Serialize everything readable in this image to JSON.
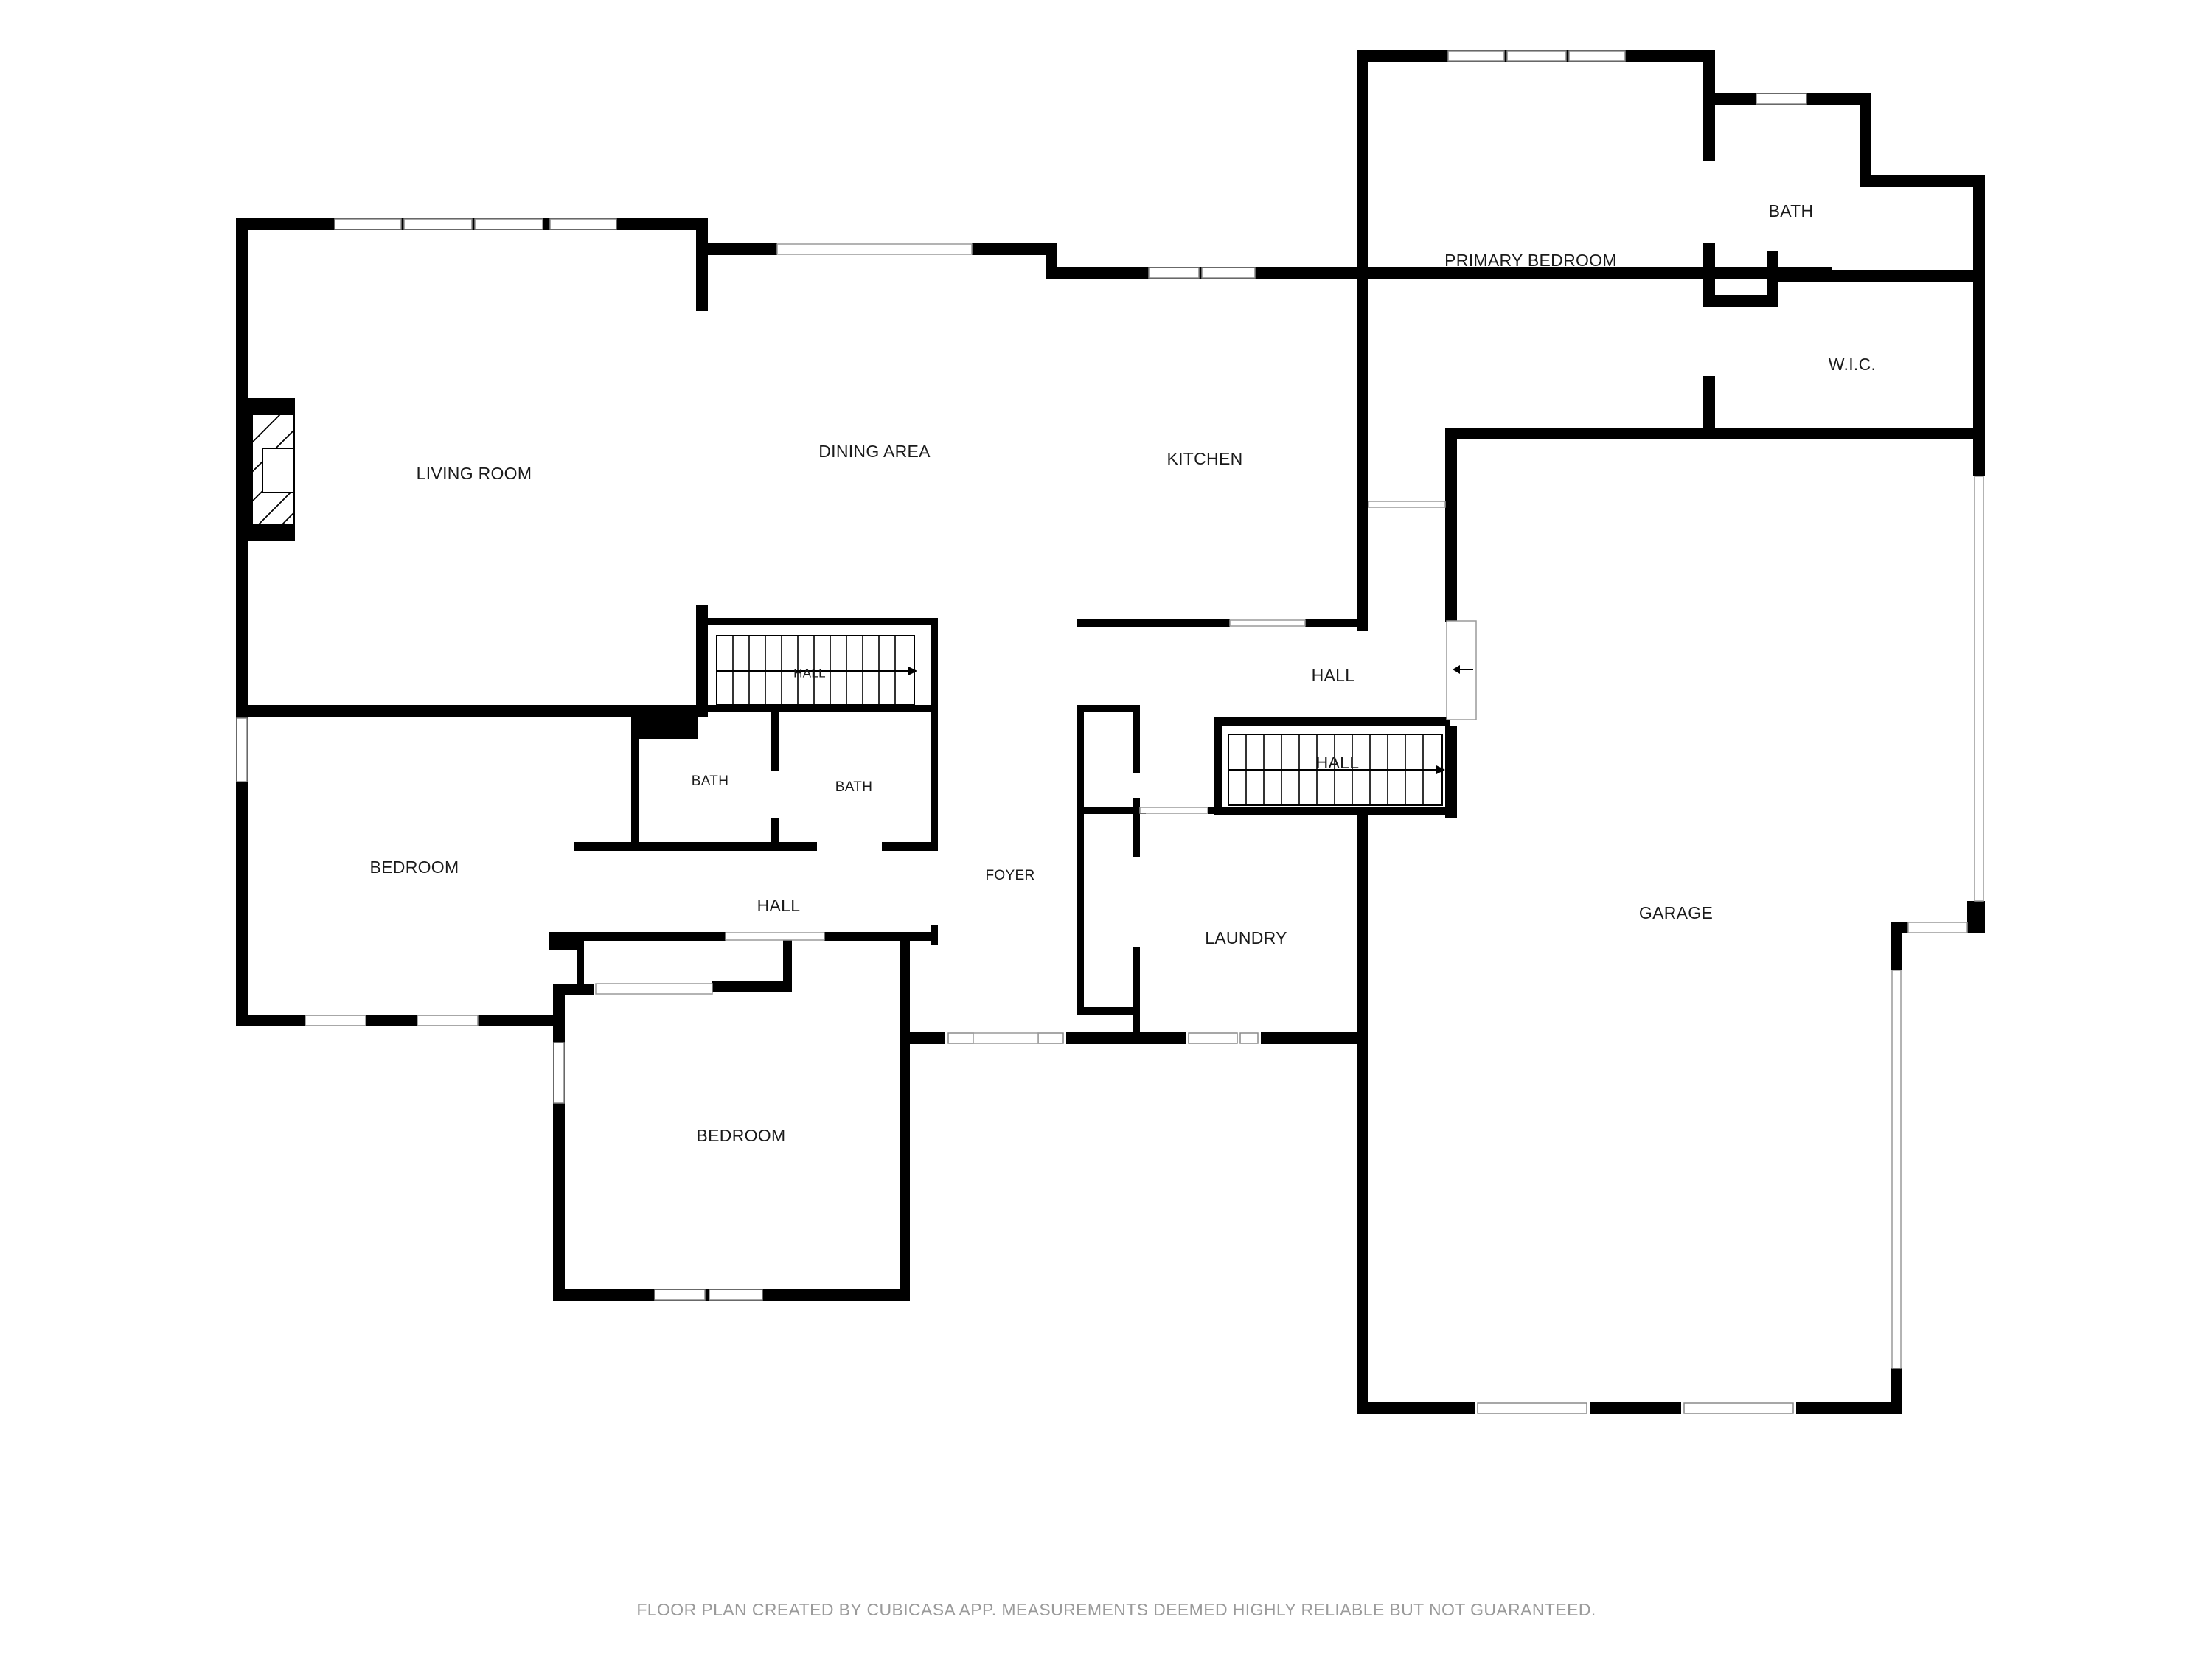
{
  "rooms": {
    "living_room": "LIVING ROOM",
    "dining_area": "DINING AREA",
    "kitchen": "KITCHEN",
    "primary_bedroom": "PRIMARY BEDROOM",
    "primary_bath": "BATH",
    "wic": "W.I.C.",
    "hall_upper": "HALL",
    "hall_stair_left": "HALL",
    "hall_stair_right": "HALL",
    "bath_left": "BATH",
    "bath_right": "BATH",
    "hall_lower": "HALL",
    "bedroom_left": "BEDROOM",
    "bedroom_lower": "BEDROOM",
    "foyer": "FOYER",
    "laundry": "LAUNDRY",
    "garage": "GARAGE"
  },
  "footer": {
    "disclaimer": "FLOOR PLAN CREATED BY CUBICASA APP. MEASUREMENTS DEEMED HIGHLY RELIABLE BUT NOT GUARANTEED."
  },
  "colors": {
    "wall": "#000000",
    "background": "#ffffff",
    "footer_text": "#9a9a9a"
  }
}
